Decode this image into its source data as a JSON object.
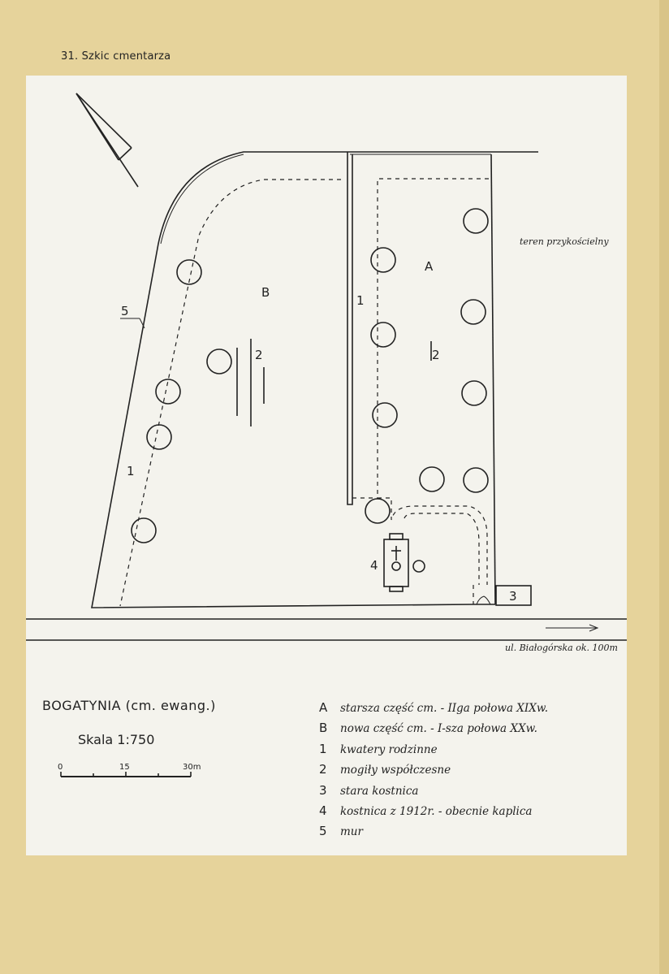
{
  "page": {
    "title": "31. Szkic cmentarza"
  },
  "map": {
    "labels": {
      "section_a": "A",
      "section_b": "B",
      "family_plots_left": "1",
      "family_plots_right": "1",
      "modern_graves_left": "2",
      "modern_graves_right": "2",
      "old_ossuary": "3",
      "ossuary_1912": "4",
      "wall": "5"
    },
    "adjacent_area": "teren przykościelny",
    "street": "ul. Białogórska ok. 100m"
  },
  "legend": {
    "title": "BOGATYNIA (cm. ewang.)",
    "scale": "Skala 1:750",
    "scalebar_ticks": [
      "0",
      "15",
      "30m"
    ],
    "items": [
      {
        "key": "A",
        "text": "starsza część cm. - IIga połowa XIXw."
      },
      {
        "key": "B",
        "text": "nowa część cm. - I-sza połowa XXw."
      },
      {
        "key": "1",
        "text": "kwatery rodzinne"
      },
      {
        "key": "2",
        "text": "mogiły współczesne"
      },
      {
        "key": "3",
        "text": "stara kostnica"
      },
      {
        "key": "4",
        "text": "kostnica z 1912r. - obecnie kaplica"
      },
      {
        "key": "5",
        "text": "mur"
      }
    ]
  },
  "colors": {
    "page": "#e6d39b",
    "plate": "#f4f3ed",
    "ink": "#222222"
  }
}
